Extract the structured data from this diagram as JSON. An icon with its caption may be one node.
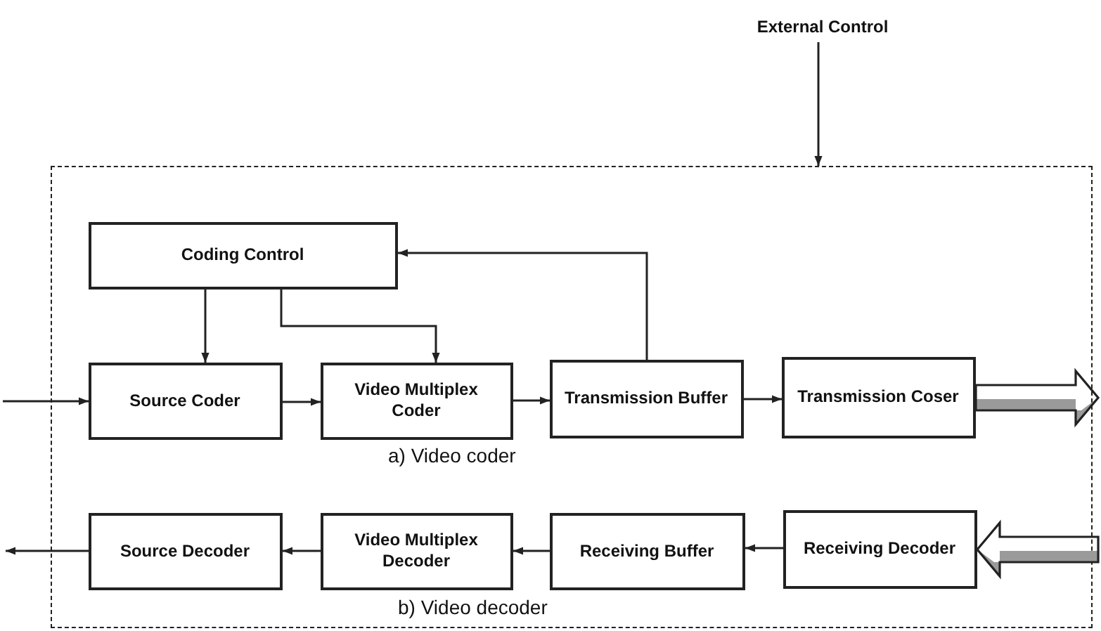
{
  "diagram": {
    "nodes": [
      {
        "text": [
          "External Control"
        ]
      },
      {
        "text": [],
        "shape": "box"
      },
      {
        "text": [
          "Coding Control"
        ],
        "in": 1
      },
      {
        "text": [
          "Source Coder"
        ],
        "in": 1
      },
      {
        "text": [
          "Video Multiplex Coder"
        ],
        "in": 1
      },
      {
        "text": [
          "Transmission Buffer"
        ],
        "in": 1
      },
      {
        "text": [
          "Transmission Coser"
        ],
        "in": 1
      },
      {
        "text": [
          "Source Decoder"
        ],
        "in": 1
      },
      {
        "text": [
          "Video Multiplex Decoder"
        ],
        "in": 1
      },
      {
        "text": [
          "Receiving Buffer"
        ],
        "in": 1
      },
      {
        "text": [
          "Receiving Decoder"
        ],
        "in": 1
      }
    ],
    "edges": [
      {
        "from": 0,
        "to": 1,
        "arrow": "to"
      },
      {
        "from": null,
        "to": 3,
        "arrow": "to"
      },
      {
        "from": 2,
        "to": 3,
        "arrow": "to"
      },
      {
        "from": 2,
        "to": 4,
        "arrow": "to"
      },
      {
        "from": 3,
        "to": 4,
        "arrow": "to"
      },
      {
        "from": 4,
        "to": 5,
        "arrow": "to"
      },
      {
        "from": 5,
        "to": 6,
        "arrow": "to"
      },
      {
        "from": 5,
        "to": 2,
        "arrow": "to"
      },
      {
        "from": 6,
        "to": null,
        "arrow": "to",
        "style": "thick"
      },
      {
        "from": null,
        "to": 10,
        "arrow": "to",
        "style": "thick"
      },
      {
        "from": 10,
        "to": 9,
        "arrow": "to"
      },
      {
        "from": 9,
        "to": 8,
        "arrow": "to"
      },
      {
        "from": 8,
        "to": 7,
        "arrow": "to"
      },
      {
        "from": 7,
        "to": null,
        "arrow": "to"
      }
    ],
    "labels": [
      "a) Video coder",
      "b) Video decoder"
    ]
  }
}
